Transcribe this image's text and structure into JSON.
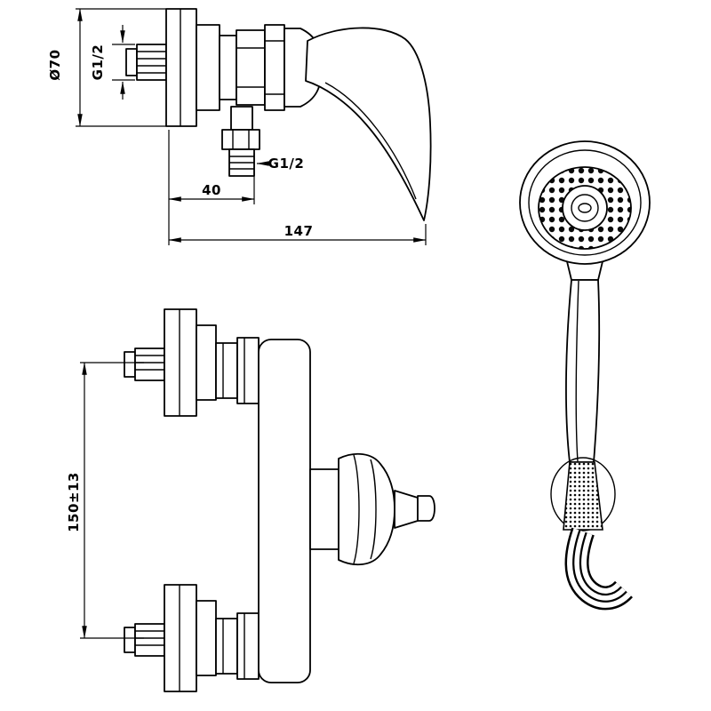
{
  "drawing": {
    "colors": {
      "line": "#000000",
      "background": "#ffffff"
    }
  },
  "side_view": {
    "labels": {
      "flange_diameter": "Ø70",
      "inlet_thread": "G1/2",
      "outlet_thread": "G1/2",
      "outlet_offset": "40",
      "overall_depth": "147"
    }
  },
  "front_view": {
    "labels": {
      "mounting_distance": "150±13"
    }
  }
}
